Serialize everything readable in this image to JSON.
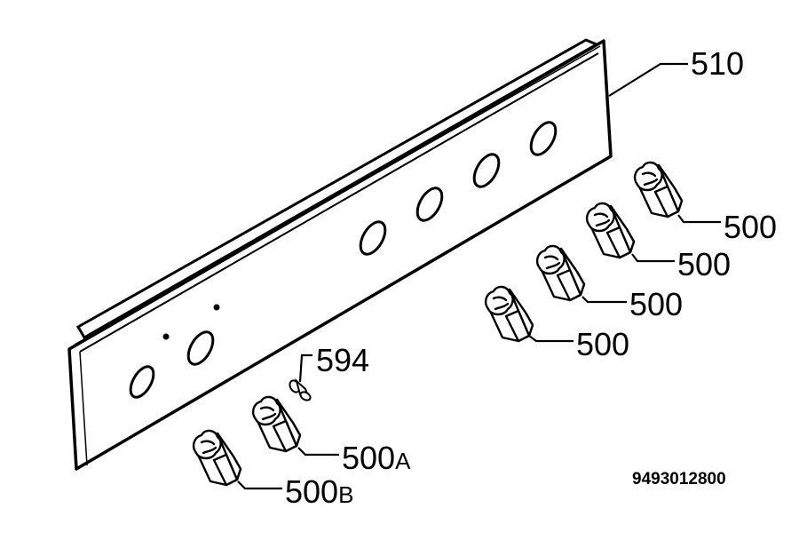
{
  "diagram": {
    "labels": {
      "panel": "510",
      "knob": "500",
      "knob_a_num": "500",
      "knob_a_suffix": "A",
      "knob_b_num": "500",
      "knob_b_suffix": "B",
      "screw": "594"
    },
    "document_number": "9493012800",
    "line_color": "#000000",
    "background": "#ffffff"
  }
}
